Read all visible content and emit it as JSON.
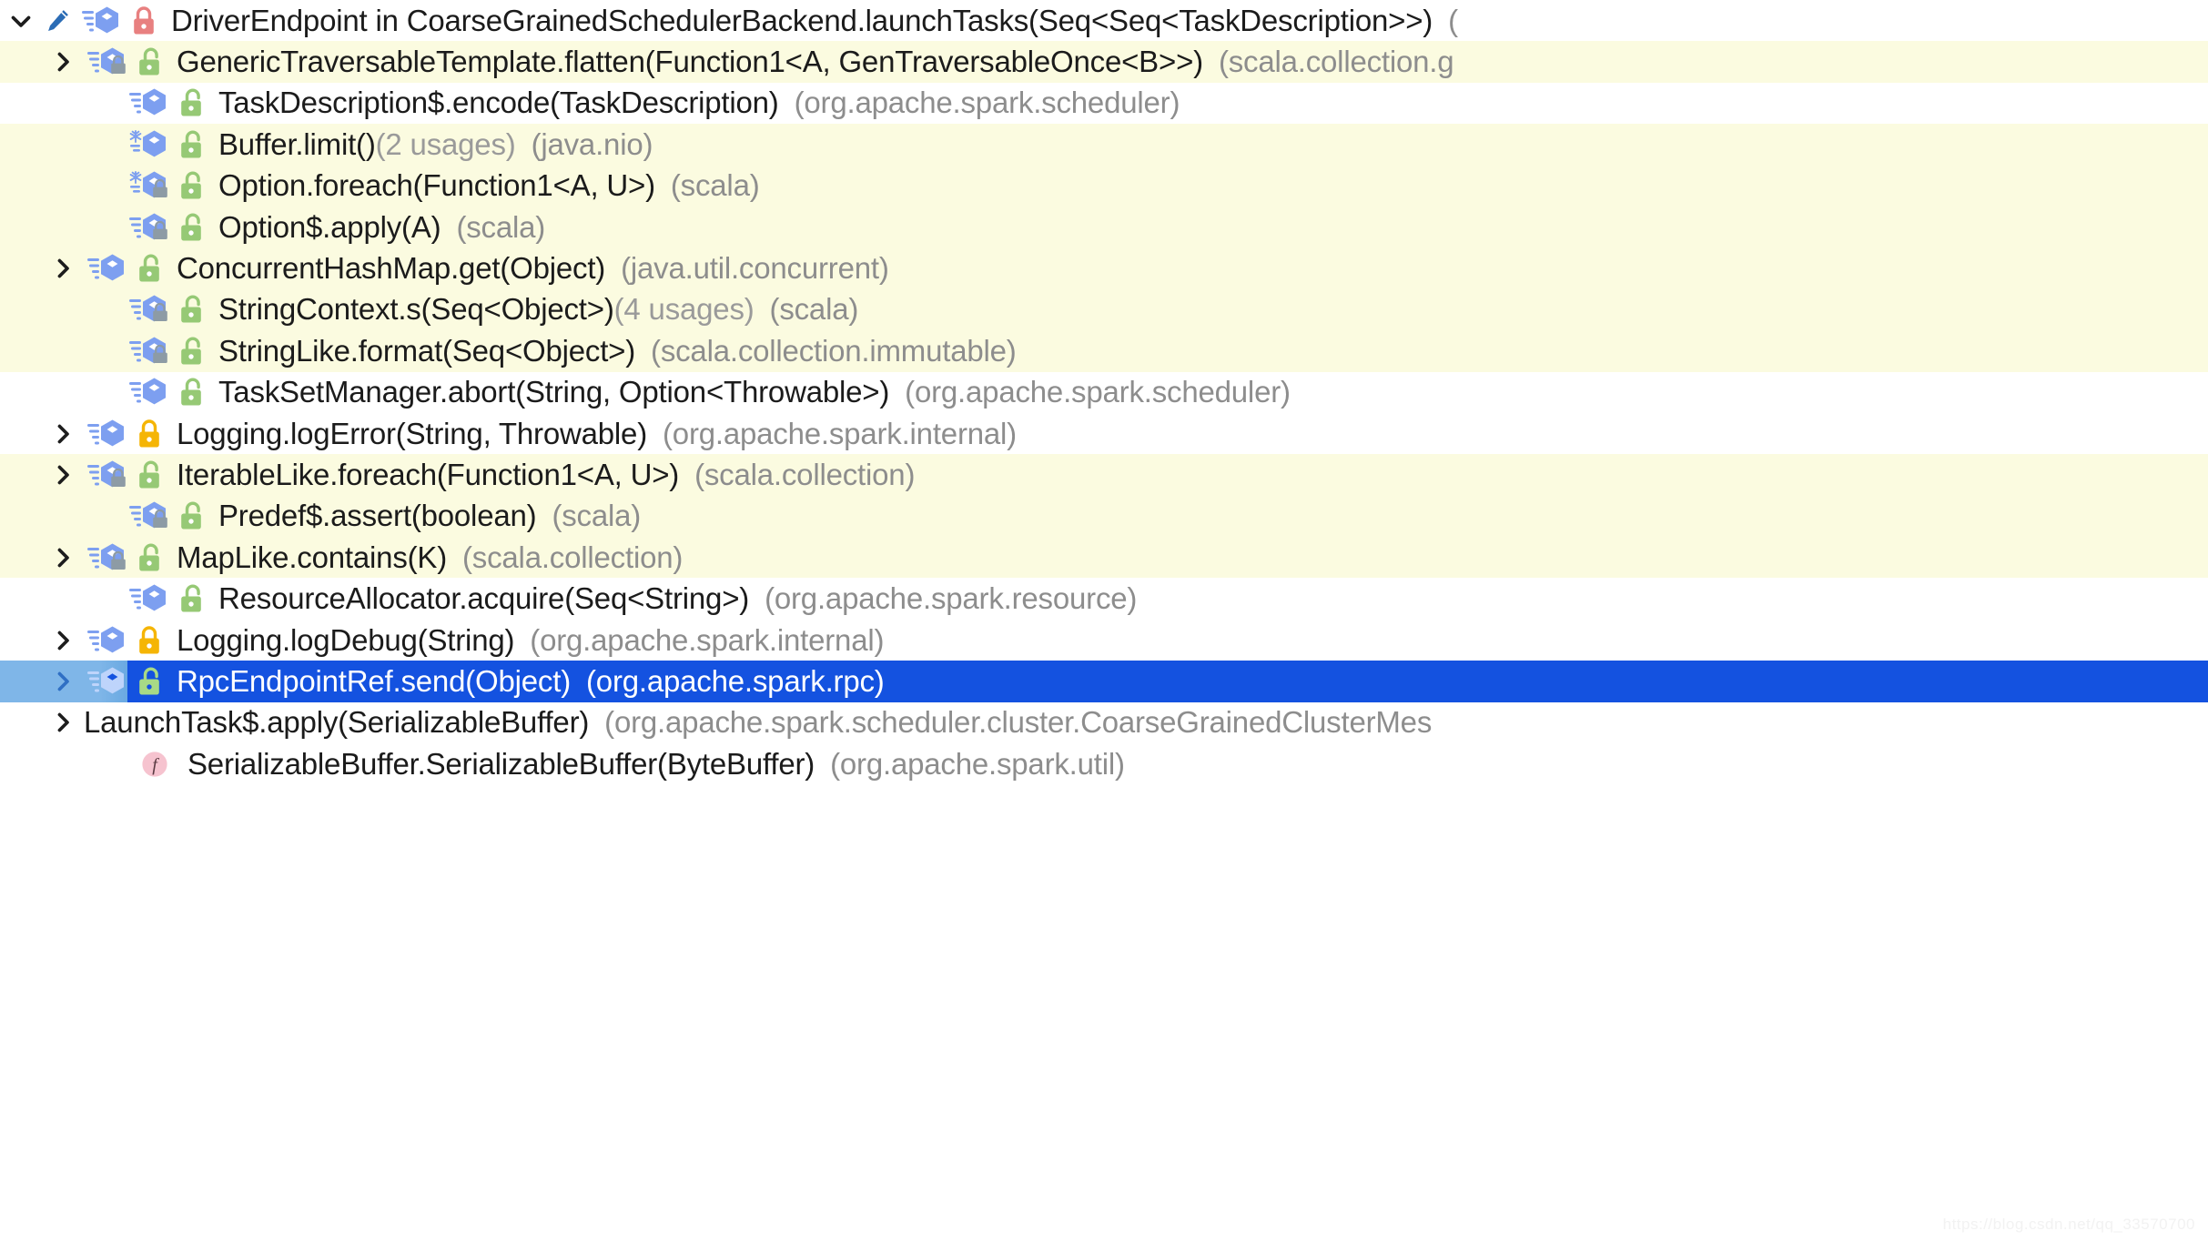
{
  "view": {
    "kind": "call-hierarchy-tree",
    "watermark": "https://blog.csdn.net/qq_33570700",
    "colors": {
      "background": "#ffffff",
      "highlight_row": "#fbfbe0",
      "selection": "#1452e0",
      "selection_text": "#ffffff",
      "gutter": "#7fb6e8",
      "method_icon": "#7d9ff0",
      "lock_public": "#96c975",
      "lock_private": "#e88080",
      "lock_protected": "#f5b505",
      "lock_badge": "#8d9ba5",
      "pencil": "#2b6cb5",
      "function_badge": "#f6c3cf",
      "package_text": "#8d8d8d",
      "usages_text": "#9a9a9a"
    }
  },
  "rows": [
    {
      "id": "driver-endpoint-launch-tasks",
      "twisty": "chevron-down",
      "expanded": true,
      "indent": 0,
      "pencil": true,
      "icon": "method-icon",
      "icon_modifier": "none",
      "badge": "none",
      "lock": "lock-private",
      "name": "DriverEndpoint in CoarseGrainedSchedulerBackend.launchTasks(Seq<Seq<TaskDescription>>)",
      "usages": "",
      "package": "(",
      "highlight": false,
      "selected": false
    },
    {
      "id": "generic-traversable-template-flatten",
      "twisty": "chevron-right",
      "expanded": false,
      "indent": 46,
      "pencil": false,
      "icon": "method-icon",
      "icon_modifier": "none",
      "badge": "lock-badge",
      "lock": "lock-public",
      "name": "GenericTraversableTemplate.flatten(Function1<A, GenTraversableOnce<B>>)",
      "usages": "",
      "package": "(scala.collection.g",
      "highlight": true,
      "selected": false
    },
    {
      "id": "task-description-encode",
      "twisty": "none",
      "expanded": false,
      "indent": 92,
      "pencil": false,
      "icon": "method-icon",
      "icon_modifier": "none",
      "badge": "none",
      "lock": "lock-public",
      "name": "TaskDescription$.encode(TaskDescription)",
      "usages": "",
      "package": "(org.apache.spark.scheduler)",
      "highlight": false,
      "selected": false
    },
    {
      "id": "buffer-limit",
      "twisty": "none",
      "expanded": false,
      "indent": 92,
      "pencil": false,
      "icon": "method-icon",
      "icon_modifier": "snowflake",
      "badge": "none",
      "lock": "lock-public",
      "name": "Buffer.limit()",
      "usages": "(2 usages)",
      "package": "(java.nio)",
      "highlight": true,
      "selected": false
    },
    {
      "id": "option-foreach",
      "twisty": "none",
      "expanded": false,
      "indent": 92,
      "pencil": false,
      "icon": "method-icon",
      "icon_modifier": "snowflake",
      "badge": "lock-badge",
      "lock": "lock-public",
      "name": "Option.foreach(Function1<A, U>)",
      "usages": "",
      "package": "(scala)",
      "highlight": true,
      "selected": false
    },
    {
      "id": "option-apply",
      "twisty": "none",
      "expanded": false,
      "indent": 92,
      "pencil": false,
      "icon": "method-icon",
      "icon_modifier": "none",
      "badge": "lock-badge",
      "lock": "lock-public",
      "name": "Option$.apply(A)",
      "usages": "",
      "package": "(scala)",
      "highlight": true,
      "selected": false
    },
    {
      "id": "concurrent-hash-map-get",
      "twisty": "chevron-right",
      "expanded": false,
      "indent": 46,
      "pencil": false,
      "icon": "method-icon",
      "icon_modifier": "none",
      "badge": "none",
      "lock": "lock-public",
      "name": "ConcurrentHashMap.get(Object)",
      "usages": "",
      "package": "(java.util.concurrent)",
      "highlight": true,
      "selected": false
    },
    {
      "id": "string-context-s",
      "twisty": "none",
      "expanded": false,
      "indent": 92,
      "pencil": false,
      "icon": "method-icon",
      "icon_modifier": "none",
      "badge": "lock-badge",
      "lock": "lock-public",
      "name": "StringContext.s(Seq<Object>)",
      "usages": "(4 usages)",
      "package": "(scala)",
      "highlight": true,
      "selected": false
    },
    {
      "id": "string-like-format",
      "twisty": "none",
      "expanded": false,
      "indent": 92,
      "pencil": false,
      "icon": "method-icon",
      "icon_modifier": "none",
      "badge": "lock-badge",
      "lock": "lock-public",
      "name": "StringLike.format(Seq<Object>)",
      "usages": "",
      "package": "(scala.collection.immutable)",
      "highlight": true,
      "selected": false
    },
    {
      "id": "task-set-manager-abort",
      "twisty": "none",
      "expanded": false,
      "indent": 92,
      "pencil": false,
      "icon": "method-icon",
      "icon_modifier": "none",
      "badge": "none",
      "lock": "lock-public",
      "name": "TaskSetManager.abort(String, Option<Throwable>)",
      "usages": "",
      "package": "(org.apache.spark.scheduler)",
      "highlight": false,
      "selected": false
    },
    {
      "id": "logging-log-error",
      "twisty": "chevron-right",
      "expanded": false,
      "indent": 46,
      "pencil": false,
      "icon": "method-icon",
      "icon_modifier": "none",
      "badge": "none",
      "lock": "lock-protected",
      "name": "Logging.logError(String, Throwable)",
      "usages": "",
      "package": "(org.apache.spark.internal)",
      "highlight": false,
      "selected": false
    },
    {
      "id": "iterable-like-foreach",
      "twisty": "chevron-right",
      "expanded": false,
      "indent": 46,
      "pencil": false,
      "icon": "method-icon",
      "icon_modifier": "none",
      "badge": "lock-badge",
      "lock": "lock-public",
      "name": "IterableLike.foreach(Function1<A, U>)",
      "usages": "",
      "package": "(scala.collection)",
      "highlight": true,
      "selected": false
    },
    {
      "id": "predef-assert",
      "twisty": "none",
      "expanded": false,
      "indent": 92,
      "pencil": false,
      "icon": "method-icon",
      "icon_modifier": "none",
      "badge": "lock-badge",
      "lock": "lock-public",
      "name": "Predef$.assert(boolean)",
      "usages": "",
      "package": "(scala)",
      "highlight": true,
      "selected": false
    },
    {
      "id": "map-like-contains",
      "twisty": "chevron-right",
      "expanded": false,
      "indent": 46,
      "pencil": false,
      "icon": "method-icon",
      "icon_modifier": "none",
      "badge": "lock-badge",
      "lock": "lock-public",
      "name": "MapLike.contains(K)",
      "usages": "",
      "package": "(scala.collection)",
      "highlight": true,
      "selected": false
    },
    {
      "id": "resource-allocator-acquire",
      "twisty": "none",
      "expanded": false,
      "indent": 92,
      "pencil": false,
      "icon": "method-icon",
      "icon_modifier": "none",
      "badge": "none",
      "lock": "lock-public",
      "name": "ResourceAllocator.acquire(Seq<String>)",
      "usages": "",
      "package": "(org.apache.spark.resource)",
      "highlight": false,
      "selected": false
    },
    {
      "id": "logging-log-debug",
      "twisty": "chevron-right",
      "expanded": false,
      "indent": 46,
      "pencil": false,
      "icon": "method-icon",
      "icon_modifier": "none",
      "badge": "none",
      "lock": "lock-protected",
      "name": "Logging.logDebug(String)",
      "usages": "",
      "package": "(org.apache.spark.internal)",
      "highlight": false,
      "selected": false
    },
    {
      "id": "rpc-endpoint-ref-send",
      "twisty": "chevron-right",
      "expanded": false,
      "indent": 46,
      "pencil": false,
      "icon": "method-icon",
      "icon_modifier": "none",
      "badge": "none",
      "lock": "lock-public",
      "name": "RpcEndpointRef.send(Object)",
      "usages": "",
      "package": "(org.apache.spark.rpc)",
      "highlight": false,
      "selected": true
    },
    {
      "id": "launch-task-apply",
      "twisty": "chevron-right",
      "expanded": false,
      "indent": 46,
      "pencil": false,
      "icon": "none",
      "icon_modifier": "none",
      "badge": "none",
      "lock": "none",
      "name": "LaunchTask$.apply(SerializableBuffer)",
      "usages": "",
      "package": "(org.apache.spark.scheduler.cluster.CoarseGrainedClusterMes",
      "highlight": false,
      "selected": false
    },
    {
      "id": "serializable-buffer-ctor",
      "twisty": "none",
      "expanded": false,
      "indent": 92,
      "pencil": false,
      "icon": "function-icon",
      "icon_modifier": "none",
      "badge": "none",
      "lock": "none",
      "name": "SerializableBuffer.SerializableBuffer(ByteBuffer)",
      "usages": "",
      "package": "(org.apache.spark.util)",
      "highlight": false,
      "selected": false
    }
  ]
}
